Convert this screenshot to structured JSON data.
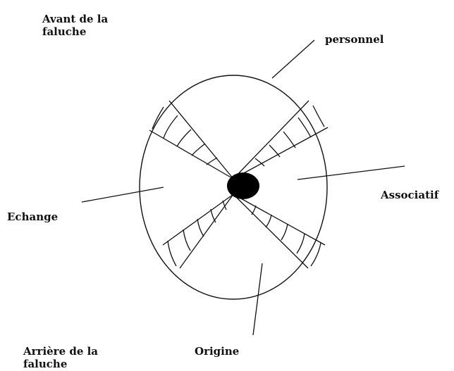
{
  "corners": {
    "front": {
      "line1": "Avant de la",
      "line2": "faluche"
    },
    "back": {
      "line1": "Arrière de la",
      "line2": "faluche"
    }
  },
  "sections": {
    "personnel": "personnel",
    "associatif": "Associatif",
    "echange": "Echange",
    "origine": "Origine"
  },
  "colors": {
    "stroke": "#111111",
    "background": "#ffffff"
  }
}
